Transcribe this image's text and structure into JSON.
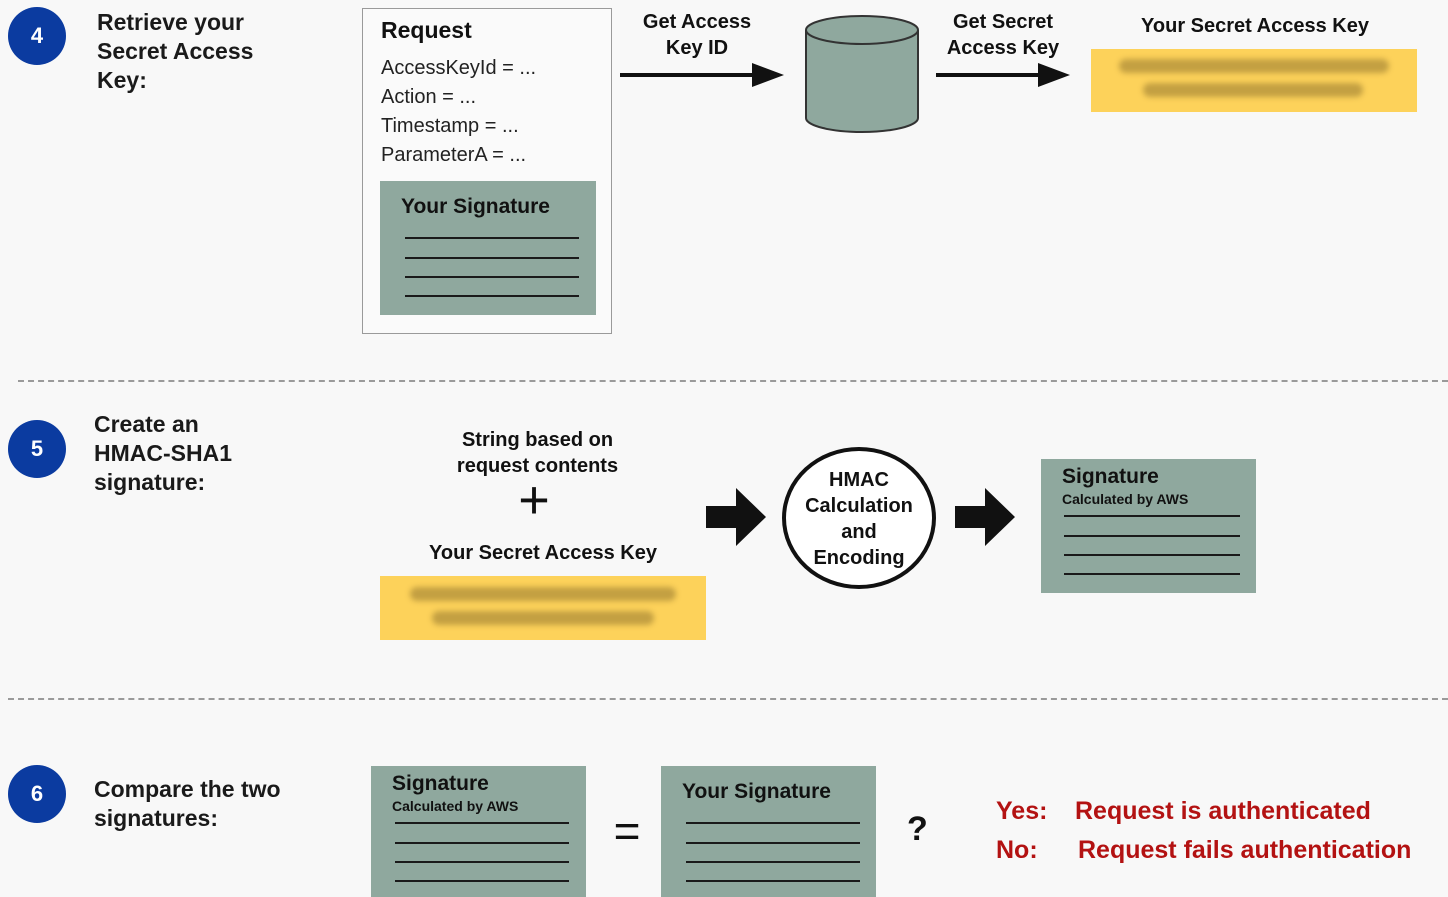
{
  "colors": {
    "step_circle": "#0b3ba0",
    "signature_card": "#8fa89e",
    "secret_key_highlight": "#fdd25a",
    "result_text": "#b31212",
    "database": "#8fa89e"
  },
  "step4": {
    "number": "4",
    "title": "Retrieve your\nSecret Access\nKey:",
    "request": {
      "title": "Request",
      "params": [
        "AccessKeyId = ...",
        "Action = ...",
        "Timestamp = ...",
        "ParameterA = ..."
      ],
      "signature_label": "Your Signature"
    },
    "arrow1_label": "Get Access\nKey ID",
    "database_icon": "database-icon",
    "arrow2_label": "Get Secret\nAccess Key",
    "secret_key_label": "Your Secret Access Key"
  },
  "step5": {
    "number": "5",
    "title": "Create an\nHMAC-SHA1\nsignature:",
    "string_label": "String based on\nrequest contents",
    "plus": "+",
    "secret_key_label": "Your Secret Access Key",
    "hmac_label": "HMAC\nCalculation\nand\nEncoding",
    "signature_title": "Signature",
    "signature_sub": "Calculated by AWS"
  },
  "step6": {
    "number": "6",
    "title": "Compare the two\nsignatures:",
    "aws_sig_title": "Signature",
    "aws_sig_sub": "Calculated by AWS",
    "equals": "=",
    "your_sig_title": "Your Signature",
    "question": "?",
    "yes_label": "Yes:",
    "yes_text": "Request is authenticated",
    "no_label": "No:",
    "no_text": "Request fails authentication"
  }
}
